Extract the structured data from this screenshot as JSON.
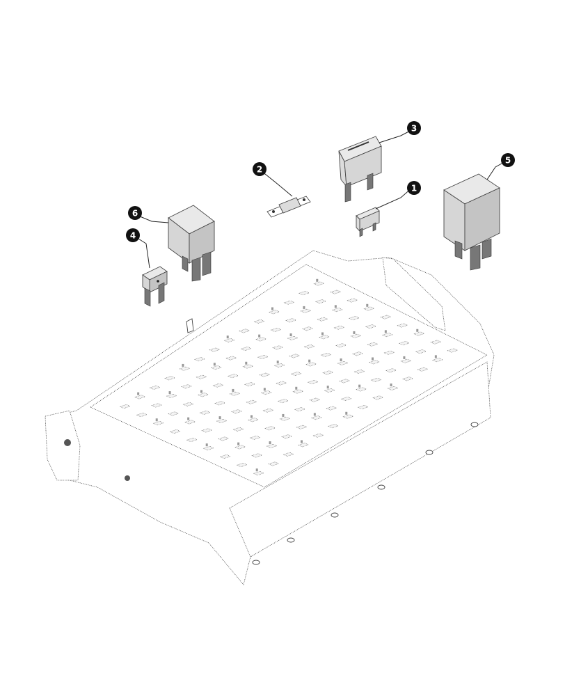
{
  "callouts": [
    {
      "id": "callout-1",
      "label": "1",
      "part": "mini-fuse"
    },
    {
      "id": "callout-2",
      "label": "2",
      "part": "strip-fuse"
    },
    {
      "id": "callout-3",
      "label": "3",
      "part": "maxi-fuse"
    },
    {
      "id": "callout-4",
      "label": "4",
      "part": "blade-fuse"
    },
    {
      "id": "callout-5",
      "label": "5",
      "part": "relay-large"
    },
    {
      "id": "callout-6",
      "label": "6",
      "part": "relay-small"
    }
  ],
  "colors": {
    "callout_fill": "#111111",
    "line": "#444444",
    "part_fill": "#dcdcdc"
  }
}
